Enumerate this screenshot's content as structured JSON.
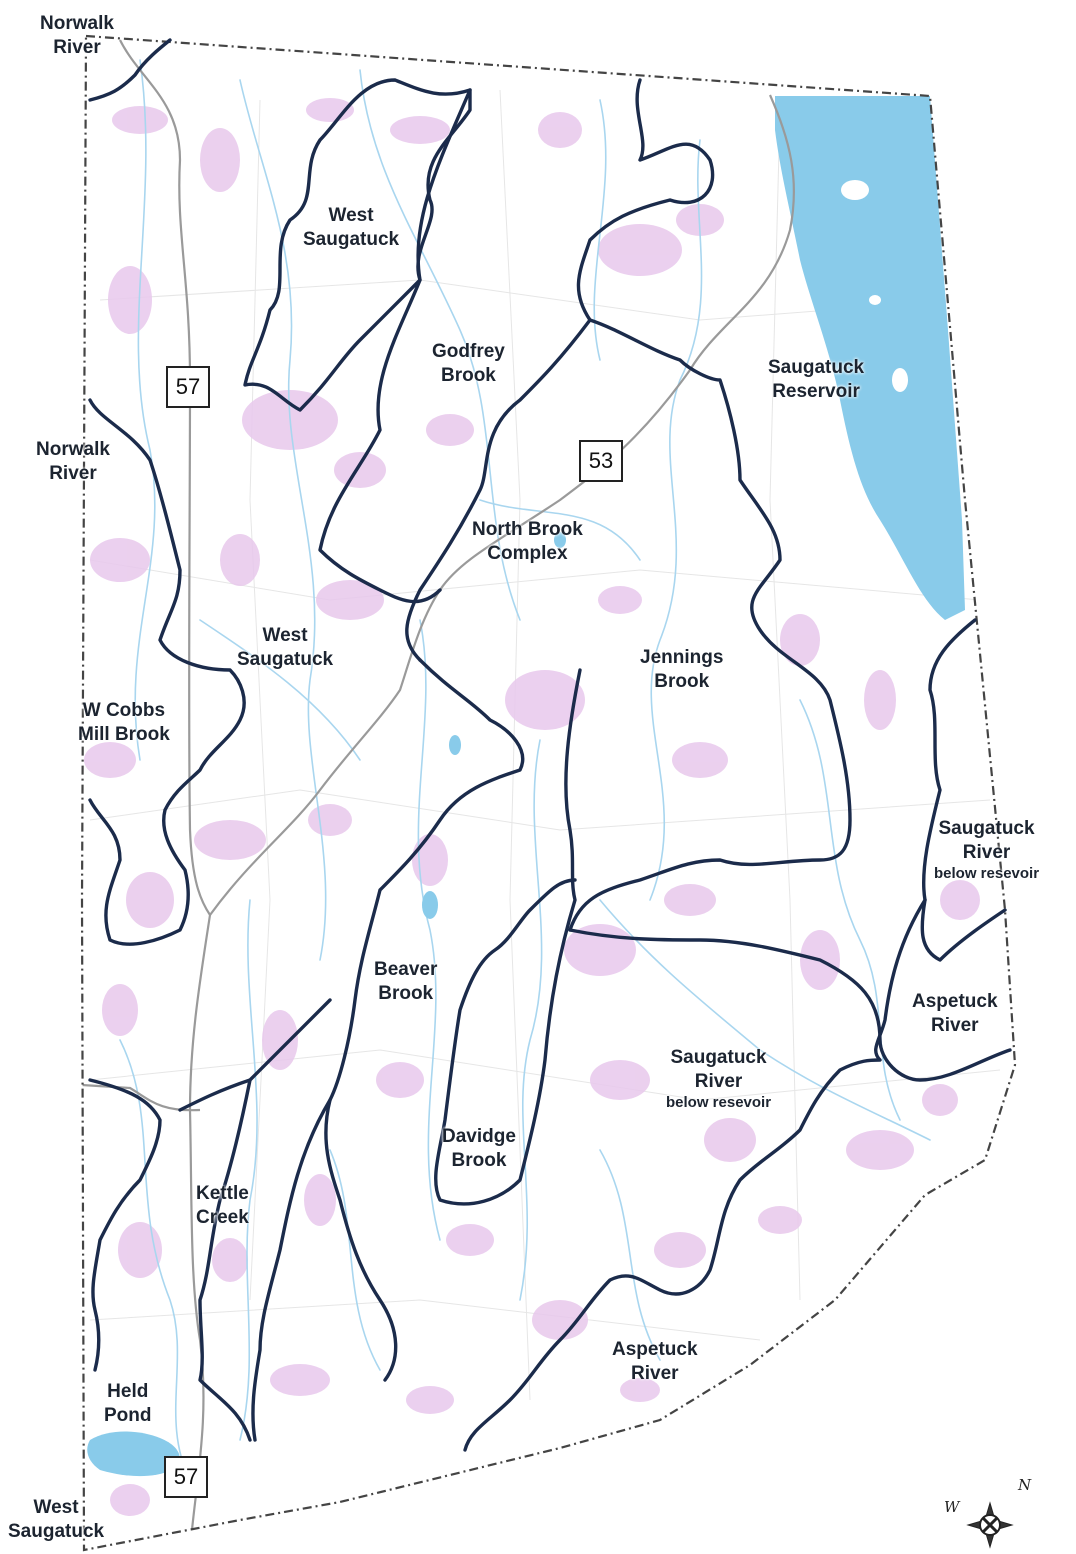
{
  "map": {
    "colors": {
      "background": "#ffffff",
      "wetland": "#e8c8ec",
      "stream": "#a9d6ef",
      "water": "#89cbea",
      "boundary": "#1b2b4b",
      "town_line": "#444444",
      "road": "#9a9a9a",
      "parcel": "#e6e6e6"
    },
    "labels": [
      {
        "id": "norwalk-river-top",
        "line1": "Norwalk",
        "line2": "River"
      },
      {
        "id": "west-saugatuck-north",
        "line1": "West",
        "line2": "Saugatuck"
      },
      {
        "id": "godfrey-brook",
        "line1": "Godfrey",
        "line2": "Brook"
      },
      {
        "id": "saugatuck-reservoir",
        "line1": "Saugatuck",
        "line2": "Reservoir"
      },
      {
        "id": "norwalk-river-west",
        "line1": "Norwalk",
        "line2": "River"
      },
      {
        "id": "north-brook-complex",
        "line1": "North Brook",
        "line2": "Complex"
      },
      {
        "id": "west-saugatuck-mid",
        "line1": "West",
        "line2": "Saugatuck"
      },
      {
        "id": "jennings-brook",
        "line1": "Jennings",
        "line2": "Brook"
      },
      {
        "id": "w-cobbs-mill-brook",
        "line1": "W Cobbs",
        "line2": "Mill Brook"
      },
      {
        "id": "saugatuck-river-east",
        "line1": "Saugatuck",
        "line2": "River",
        "line3": "below resevoir"
      },
      {
        "id": "beaver-brook",
        "line1": "Beaver",
        "line2": "Brook"
      },
      {
        "id": "aspetuck-river-east",
        "line1": "Aspetuck",
        "line2": "River"
      },
      {
        "id": "saugatuck-river-center",
        "line1": "Saugatuck",
        "line2": "River",
        "line3": "below resevoir"
      },
      {
        "id": "davidge-brook",
        "line1": "Davidge",
        "line2": "Brook"
      },
      {
        "id": "kettle-creek",
        "line1": "Kettle",
        "line2": "Creek"
      },
      {
        "id": "aspetuck-river-south",
        "line1": "Aspetuck",
        "line2": "River"
      },
      {
        "id": "held-pond",
        "line1": "Held",
        "line2": "Pond"
      },
      {
        "id": "west-saugatuck-south",
        "line1": "West",
        "line2": "Saugatuck"
      }
    ],
    "route_shields": [
      {
        "id": "route-57-north",
        "number": "57"
      },
      {
        "id": "route-53",
        "number": "53"
      },
      {
        "id": "route-57-south",
        "number": "57"
      }
    ],
    "compass": {
      "north": "N",
      "west": "W",
      "icon": "compass-rose-icon"
    }
  }
}
